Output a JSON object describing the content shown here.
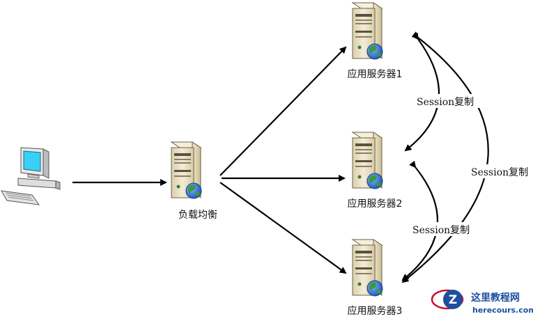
{
  "diagram": {
    "nodes": {
      "client": {
        "label": "",
        "icon": "desktop-computer-icon"
      },
      "load_balancer": {
        "label": "负载均衡",
        "icon": "server-globe-icon"
      },
      "server1": {
        "label": "应用服务器1",
        "icon": "server-globe-icon"
      },
      "server2": {
        "label": "应用服务器2",
        "icon": "server-globe-icon"
      },
      "server3": {
        "label": "应用服务器3",
        "icon": "server-globe-icon"
      }
    },
    "edges": [
      {
        "from": "client",
        "to": "load_balancer",
        "label": ""
      },
      {
        "from": "load_balancer",
        "to": "server1",
        "label": ""
      },
      {
        "from": "load_balancer",
        "to": "server2",
        "label": ""
      },
      {
        "from": "load_balancer",
        "to": "server3",
        "label": ""
      },
      {
        "from": "server1",
        "to": "server2",
        "label": "Session复制",
        "bidirectional": true
      },
      {
        "from": "server2",
        "to": "server3",
        "label": "Session复制",
        "bidirectional": true
      },
      {
        "from": "server1",
        "to": "server3",
        "label": "Session复制",
        "bidirectional": true
      }
    ]
  },
  "watermark": {
    "title": "这里教程网",
    "url": "herecours.com",
    "colors": {
      "blue": "#1c4fa0",
      "red": "#c8102e"
    }
  },
  "colors": {
    "server_body": "#e8dfc2",
    "globe_blue": "#2f6fcf",
    "globe_green": "#3c9a3c",
    "arrow": "#000000"
  }
}
